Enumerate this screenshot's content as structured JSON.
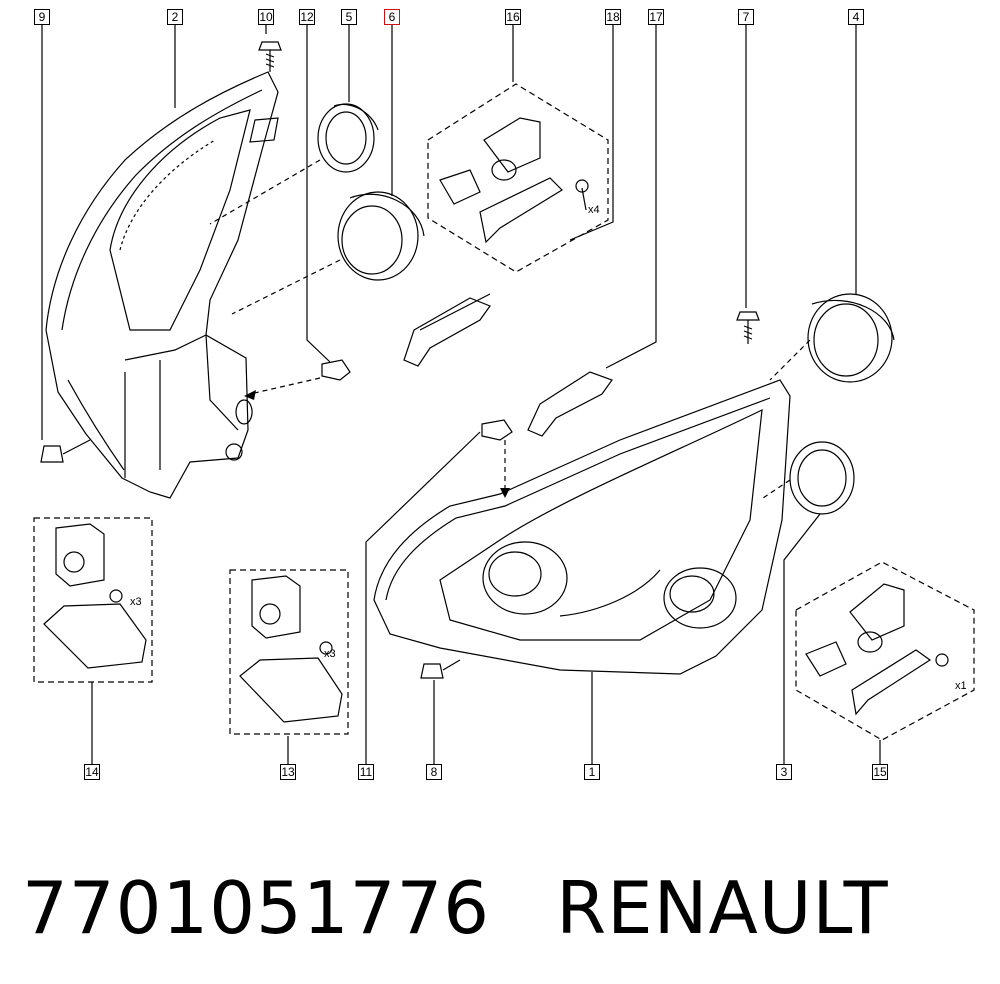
{
  "callouts": {
    "c1": "1",
    "c2": "2",
    "c3": "3",
    "c4": "4",
    "c5": "5",
    "c6": "6",
    "c7": "7",
    "c8": "8",
    "c9": "9",
    "c10": "10",
    "c11": "11",
    "c12": "12",
    "c13": "13",
    "c14": "14",
    "c15": "15",
    "c16": "16",
    "c17": "17",
    "c18": "18"
  },
  "highlighted_callout": "6",
  "quantities": {
    "q16": "x4",
    "q14": "x3",
    "q13": "x3",
    "q15": "x1"
  },
  "footer": {
    "part_number": "7701051776",
    "brand": "RENAULT"
  },
  "colors": {
    "line": "#000000",
    "highlight": "#d01010"
  }
}
